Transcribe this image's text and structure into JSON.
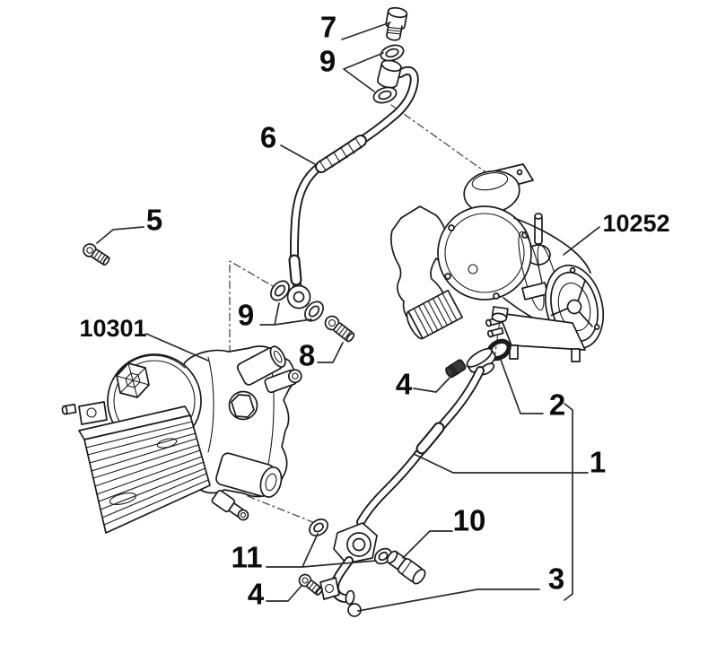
{
  "diagram": {
    "background": "#ffffff",
    "line_color": "#1a1a1a",
    "callouts": [
      {
        "label": "7"
      },
      {
        "label": "9"
      },
      {
        "label": "6"
      },
      {
        "label": "5"
      },
      {
        "label": "10252"
      },
      {
        "label": "10301"
      },
      {
        "label": "9"
      },
      {
        "label": "8"
      },
      {
        "label": "4"
      },
      {
        "label": "2"
      },
      {
        "label": "1"
      },
      {
        "label": "11"
      },
      {
        "label": "10"
      },
      {
        "label": "4"
      },
      {
        "label": "3"
      }
    ]
  }
}
